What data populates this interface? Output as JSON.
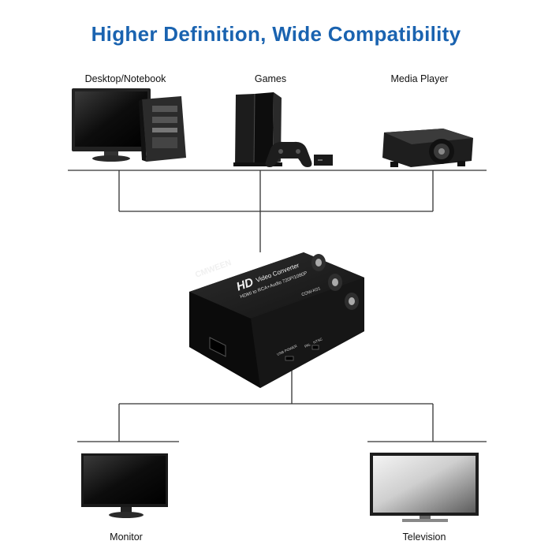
{
  "headline": "Higher Definition, Wide Compatibility",
  "sources": {
    "desktop": "Desktop/Notebook",
    "games": "Games",
    "media_player": "Media Player"
  },
  "outputs": {
    "monitor": "Monitor",
    "television": "Television"
  },
  "device": {
    "brand": "CMWEEN",
    "hd_mark": "HD",
    "title": "Video Converter",
    "subtitle": "HDMI to RCA+Audio 720P/1080P",
    "model": "COW-K01",
    "port_usb": "USB POWER",
    "switch_pal": "PAL",
    "switch_ntsc": "NTSC"
  },
  "colors": {
    "headline": "#1a63b0",
    "line": "#333333",
    "device_body": "#1b1b1b"
  },
  "icons": [
    "desktop-monitor-icon",
    "pc-tower-icon",
    "game-console-icon",
    "gamepad-icon",
    "projector-icon",
    "monitor-icon",
    "television-icon"
  ]
}
